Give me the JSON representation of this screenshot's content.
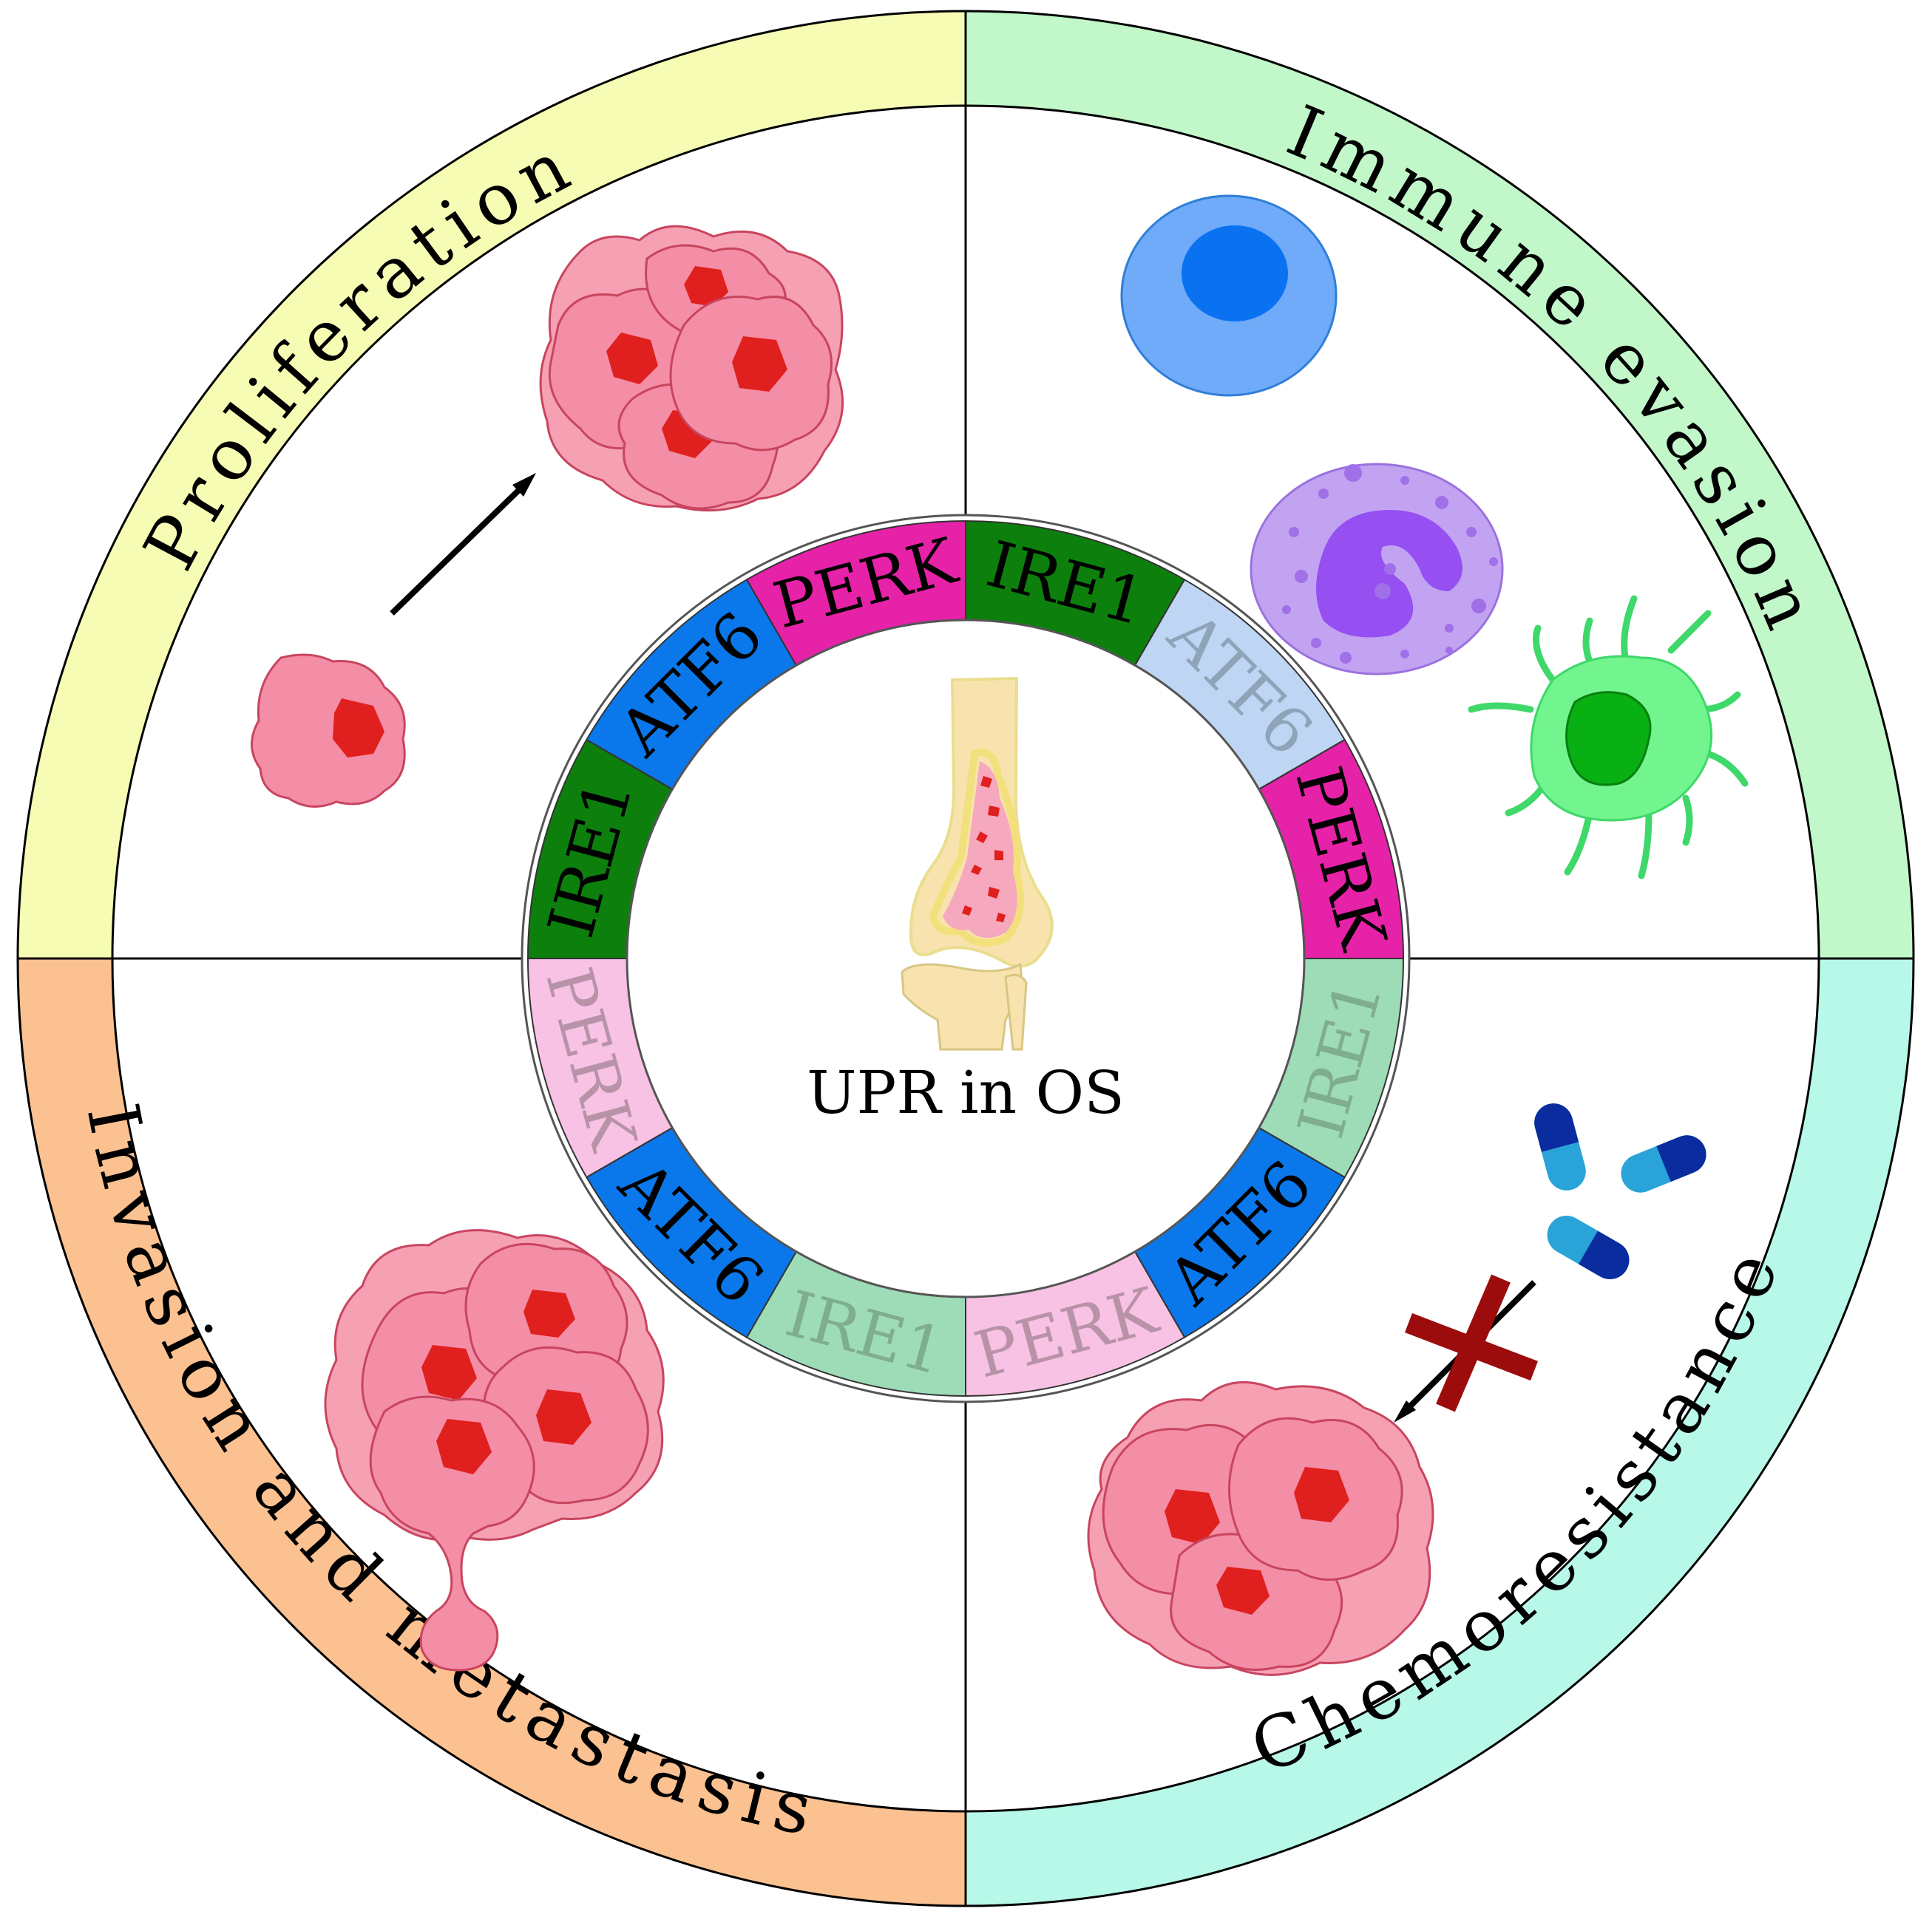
{
  "center": {
    "title": "UPR in OS"
  },
  "quadrants": [
    {
      "id": "proliferation",
      "label": "Proliferation",
      "color": "#F6FCB4"
    },
    {
      "id": "immune-evasion",
      "label": "Immune evasion",
      "color": "#C2F8C9"
    },
    {
      "id": "chemoresistance",
      "label": "Chemoresistance",
      "color": "#B8F8E8"
    },
    {
      "id": "invasion",
      "label": "Invasion and metastasis",
      "color": "#FBC191"
    }
  ],
  "segments": [
    {
      "label": "IRE1",
      "color": "#0D7F0D",
      "text_color": "#000000"
    },
    {
      "label": "ATF6",
      "color": "#BED5F3",
      "text_color": "#8FA3B9"
    },
    {
      "label": "PERK",
      "color": "#E622A8",
      "text_color": "#000000"
    },
    {
      "label": "IRE1",
      "color": "#9EDCB8",
      "text_color": "#7FAE8E"
    },
    {
      "label": "ATF6",
      "color": "#0A78EA",
      "text_color": "#000000"
    },
    {
      "label": "PERK",
      "color": "#F8C2E4",
      "text_color": "#B893A8"
    },
    {
      "label": "IRE1",
      "color": "#9EDCB8",
      "text_color": "#7FAE8E"
    },
    {
      "label": "ATF6",
      "color": "#0A78EA",
      "text_color": "#000000"
    },
    {
      "label": "PERK",
      "color": "#F8C2E4",
      "text_color": "#B893A8"
    },
    {
      "label": "IRE1",
      "color": "#0D7F0D",
      "text_color": "#000000"
    },
    {
      "label": "ATF6",
      "color": "#0A78EA",
      "text_color": "#000000"
    },
    {
      "label": "PERK",
      "color": "#E622A8",
      "text_color": "#000000"
    }
  ],
  "colors": {
    "cell_fill": "#F48DA6",
    "cell_cluster_back": "#F6A0B3",
    "cell_stroke": "#C8455F",
    "nucleus": "#E0201E",
    "lymphocyte": "#6FABF9",
    "lymphocyte_nucleus": "#0A72F0",
    "neutrophil": "#C2A3F2",
    "neutrophil_nucleus": "#9650F2",
    "dendritic": "#72F48E",
    "dendritic_nucleus": "#09B014",
    "capsule_dark": "#0A2C9E",
    "capsule_light": "#2AA4D8",
    "cross": "#9C0C0C",
    "bone": "#F8E3AE",
    "bone_outline": "#F2E07C"
  },
  "icons": [
    "cancer-cell-icon",
    "cell-cluster-icon",
    "lymphocyte-icon",
    "neutrophil-icon",
    "dendritic-cell-icon",
    "capsule-icon",
    "cross-icon",
    "bone-tumor-icon"
  ]
}
